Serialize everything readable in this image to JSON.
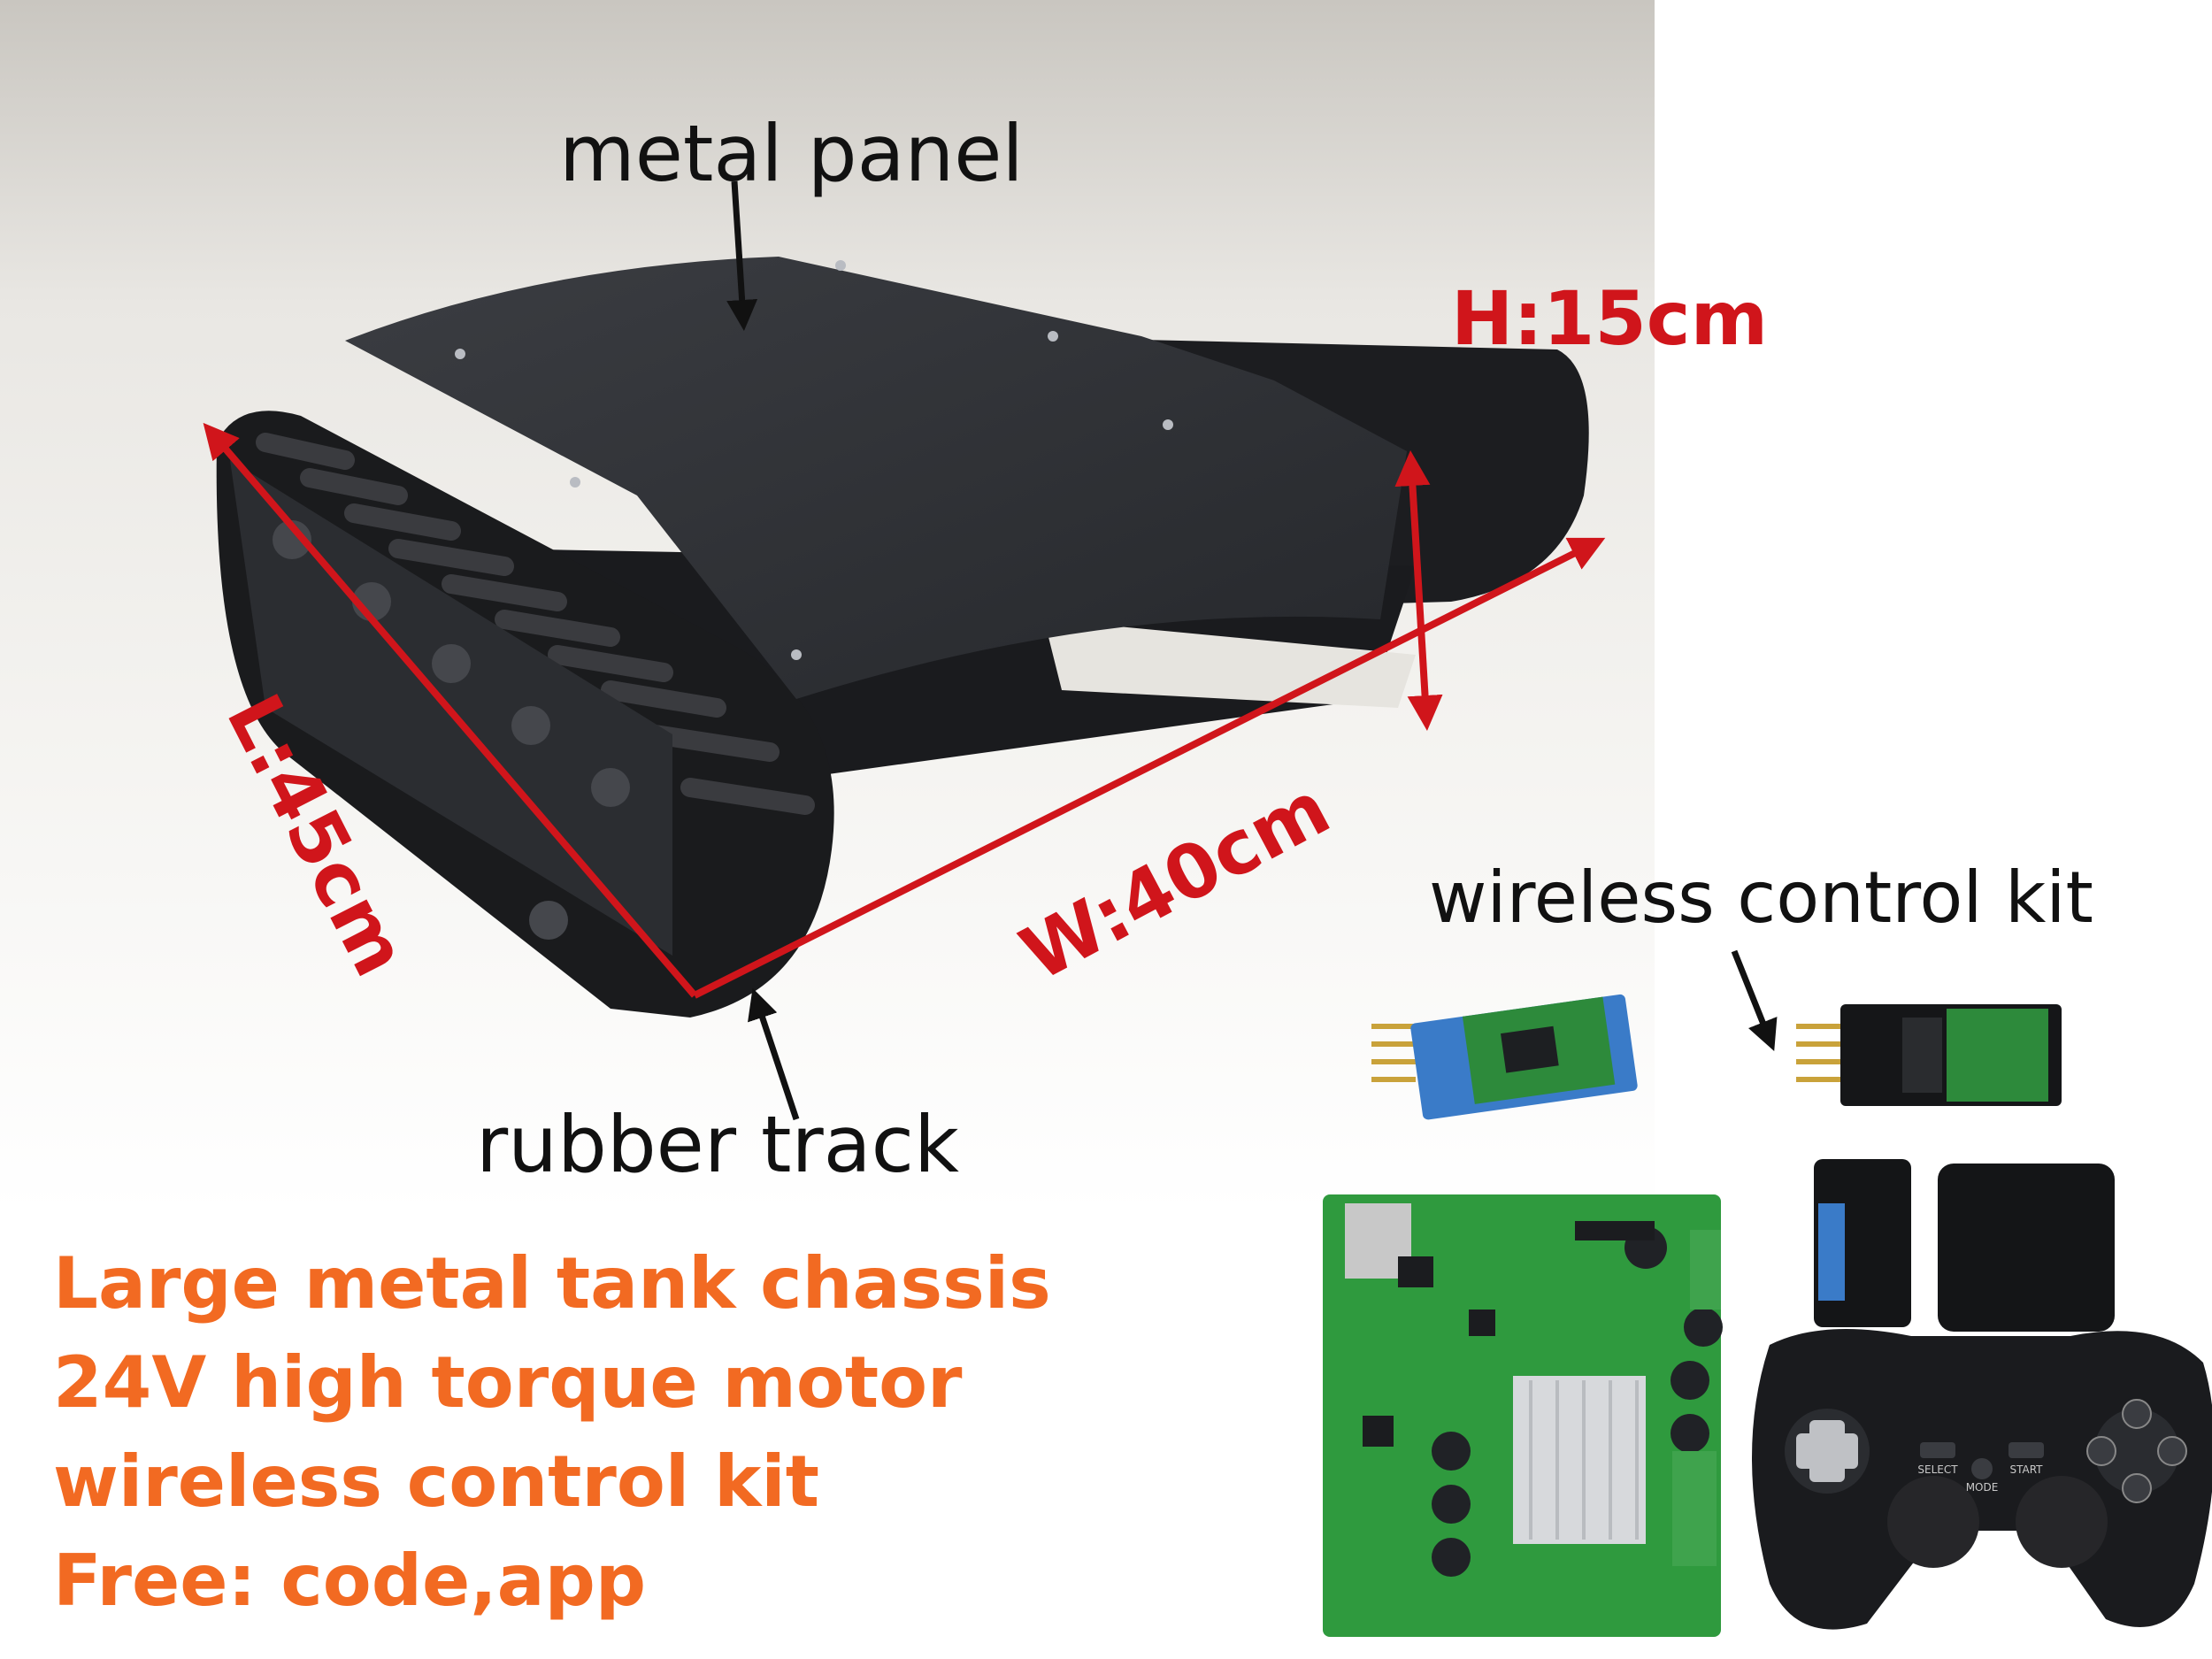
{
  "callouts": {
    "metal_panel": "metal panel",
    "rubber_track": "rubber track",
    "wireless_kit": "wireless control kit"
  },
  "dimensions": {
    "height": "H:15cm",
    "length": "L:45cm",
    "width": "W:40cm"
  },
  "promo_lines": [
    "Large metal tank chassis",
    "24V high torque motor",
    "wireless control kit",
    "Free: code,app"
  ],
  "colors": {
    "dimension_red": "#d0151b",
    "promo_orange": "#f26a22",
    "pcb_green": "#2f9a3e",
    "module_blue": "#3a7bc8",
    "chassis_black": "#1e1f22"
  },
  "gamepad_buttons": {
    "select": "SELECT",
    "mode": "MODE",
    "start": "START"
  }
}
